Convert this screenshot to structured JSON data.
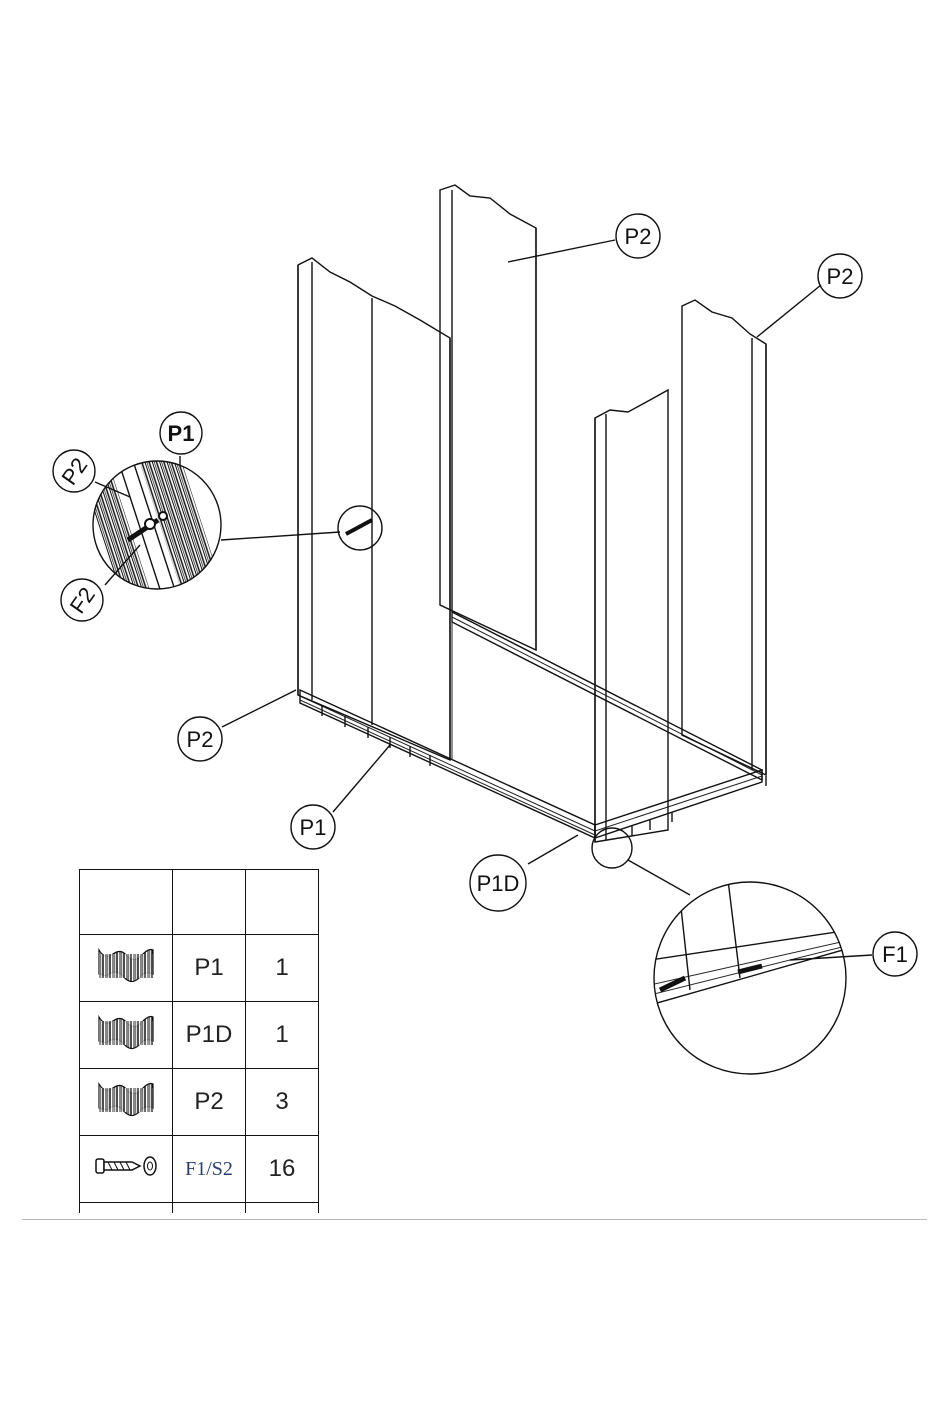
{
  "callouts": {
    "p2_top": "P2",
    "p2_right": "P2",
    "p1_detail": "P1",
    "p2_detail": "P2",
    "f2_detail": "F2",
    "p2_left": "P2",
    "p1_bottom": "P1",
    "p1d_bottom": "P1D",
    "f1_detail": "F1"
  },
  "parts_table": {
    "headers": [
      "",
      "",
      ""
    ],
    "rows": [
      {
        "icon": "panel-icon",
        "part": "P1",
        "qty": "1"
      },
      {
        "icon": "panel-icon",
        "part": "P1D",
        "qty": "1"
      },
      {
        "icon": "panel-icon",
        "part": "P2",
        "qty": "3"
      },
      {
        "icon": "screw-washer-icon",
        "part": "F1/S2",
        "qty": "16"
      }
    ]
  },
  "colors": {
    "line": "#111111",
    "part_code_serif": "#2a3f6e"
  }
}
